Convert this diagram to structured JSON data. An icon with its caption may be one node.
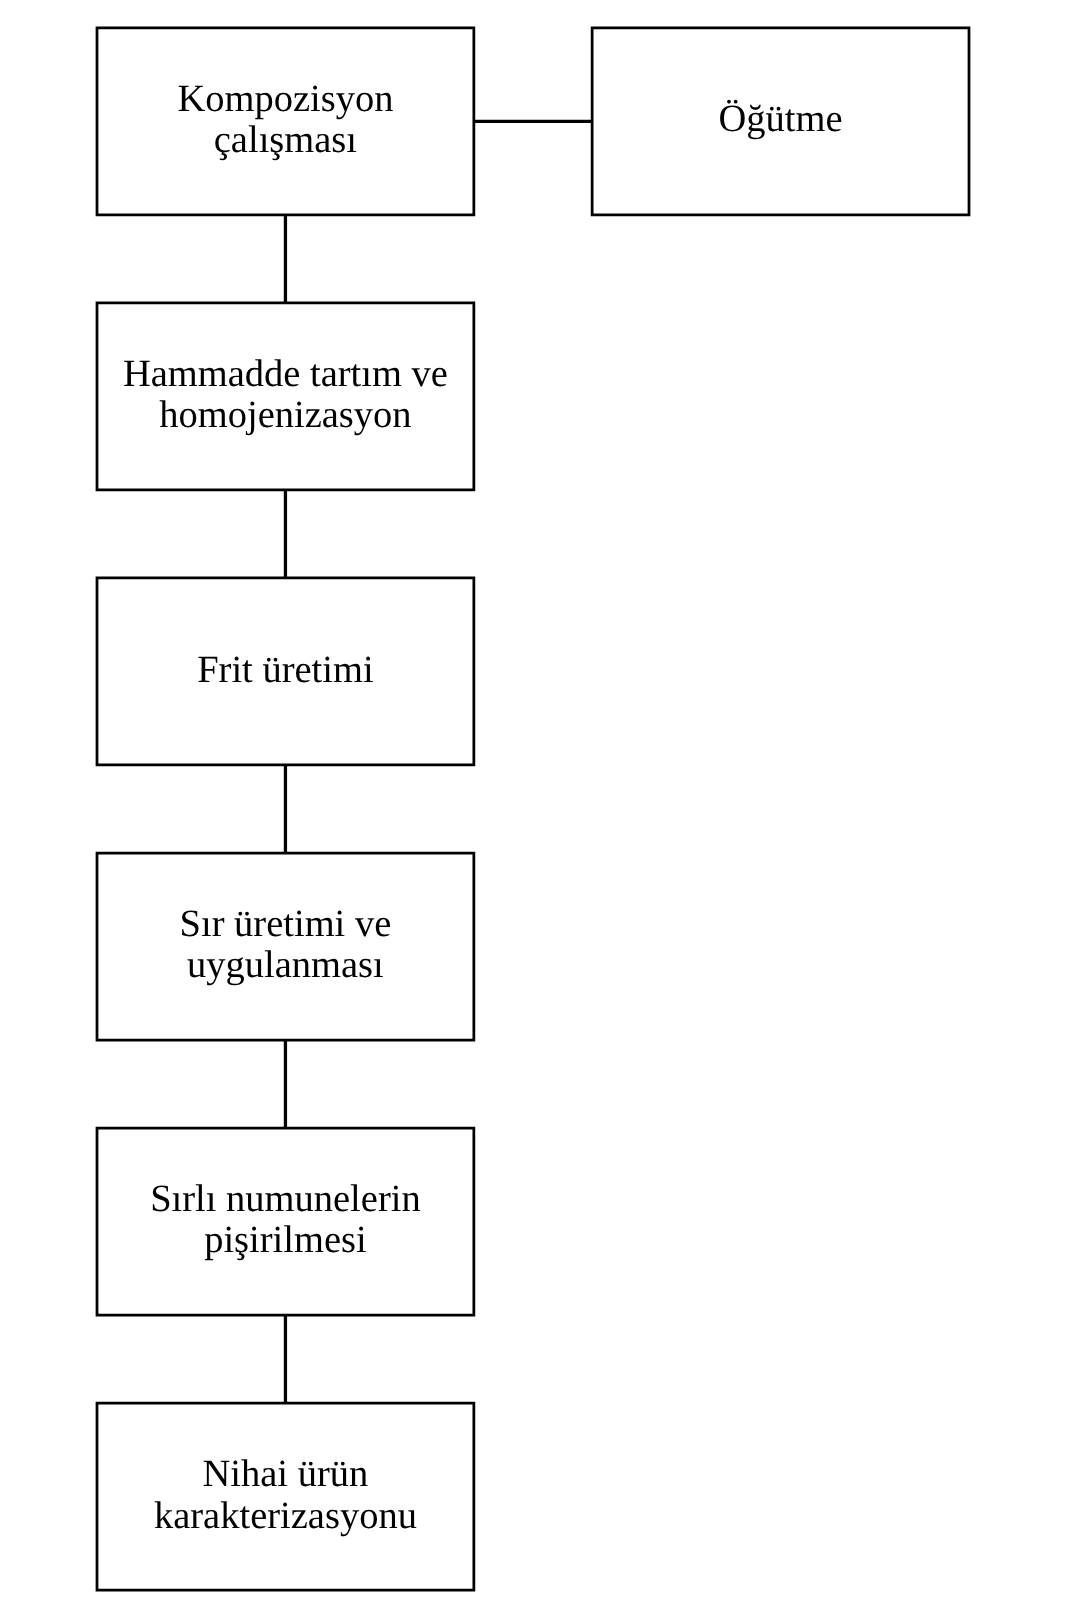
{
  "diagram": {
    "nodes": [
      {
        "text": [
          "Kompozisyon çalışması"
        ]
      },
      {
        "text": [
          "Öğütme"
        ]
      },
      {
        "text": [
          "Hammadde tartım ve homojenizasyon"
        ]
      },
      {
        "text": [
          "Frit üretimi"
        ]
      },
      {
        "text": [
          "Sır üretimi ve uygulanması"
        ]
      },
      {
        "text": [
          "Sırlı numunelerin pişirilmesi"
        ]
      },
      {
        "text": [
          "Nihai ürün karakterizasyonu"
        ]
      }
    ],
    "edges": [
      {
        "from": 0,
        "to": 1,
        "arrow": "none"
      },
      {
        "from": 0,
        "to": 2,
        "arrow": "none"
      },
      {
        "from": 2,
        "to": 3,
        "arrow": "none"
      },
      {
        "from": 3,
        "to": 4,
        "arrow": "none"
      },
      {
        "from": 4,
        "to": 5,
        "arrow": "none"
      },
      {
        "from": 5,
        "to": 6,
        "arrow": "none"
      }
    ]
  }
}
